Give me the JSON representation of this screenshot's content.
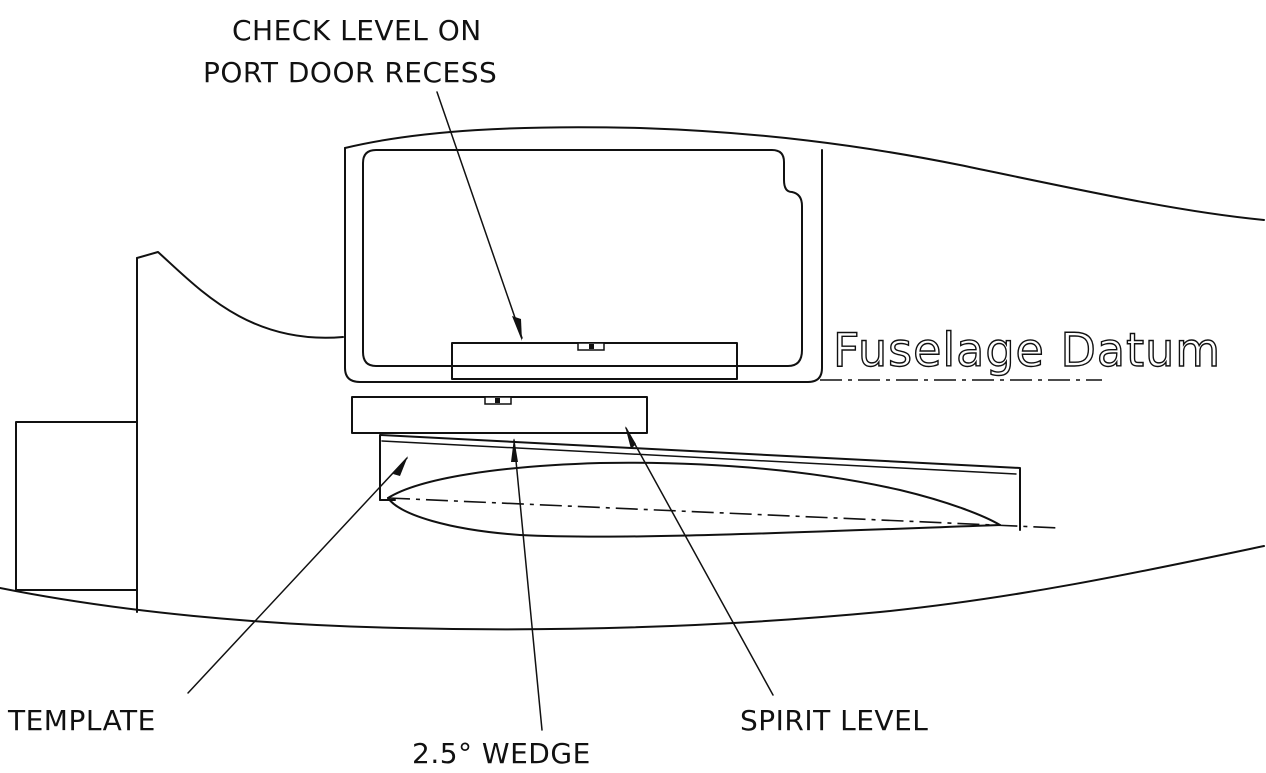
{
  "labels": {
    "check_level_line1": "CHECK LEVEL ON",
    "check_level_line2": "PORT DOOR RECESS",
    "fuselage_datum": "Fuselage Datum",
    "template": "TEMPLATE",
    "wedge": "2.5° WEDGE",
    "spirit_level": "SPIRIT LEVEL"
  }
}
